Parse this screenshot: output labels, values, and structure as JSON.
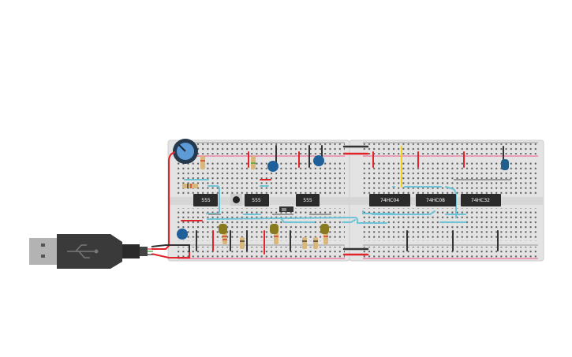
{
  "chips": [
    {
      "label": "555"
    },
    {
      "label": "555"
    },
    {
      "label": "555"
    },
    {
      "label": "74HC04"
    },
    {
      "label": "74HC08"
    },
    {
      "label": "74HC32"
    }
  ],
  "colors": {
    "breadboard": "#e3e3e3",
    "wire_red": "#e0242a",
    "wire_black": "#333333",
    "wire_blue": "#6ec3d6",
    "wire_yellow": "#f2d21c",
    "capacitor": "#1f5f9a",
    "chip": "#2b2b2b"
  },
  "icons": [
    "usb-plug-icon",
    "potentiometer-icon",
    "pushbutton-icon",
    "slide-switch-icon"
  ]
}
